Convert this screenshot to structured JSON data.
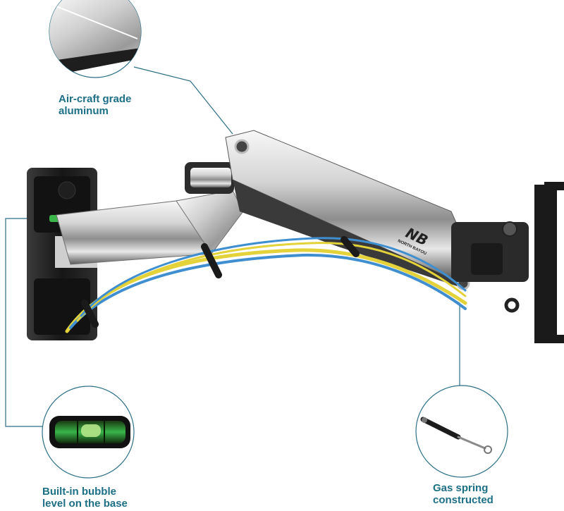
{
  "callouts": {
    "aluminum": {
      "line1": "Air-craft grade",
      "line2": "aluminum"
    },
    "bubble_level": {
      "line1": "Built-in bubble",
      "line2": "level on the base"
    },
    "gas_spring": {
      "line1": "Gas spring",
      "line2": "constructed"
    }
  },
  "brand": {
    "logo": "NB",
    "name": "NORTH BAYOU"
  },
  "colors": {
    "callout_text": "#1d6f86",
    "leader_line": "#2b6f86",
    "cable_yellow": "#e3d23a",
    "cable_blue": "#3f8fd0"
  }
}
